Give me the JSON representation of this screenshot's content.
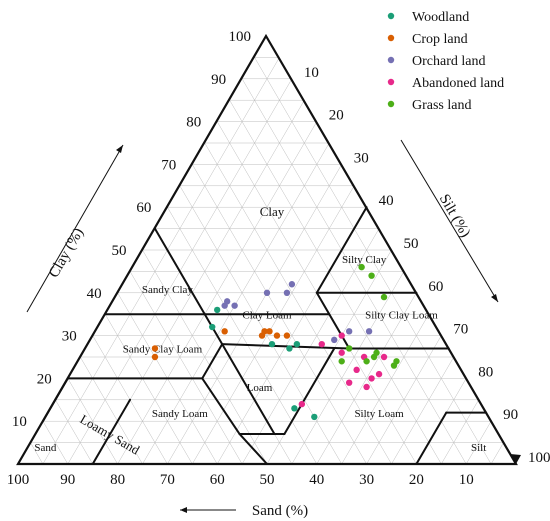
{
  "chart_data": {
    "type": "scatter",
    "subtype": "ternary-soil-texture",
    "axes": {
      "clay": {
        "label": "Clay (%)",
        "ticks": [
          "10",
          "20",
          "30",
          "40",
          "50",
          "60",
          "70",
          "80",
          "90",
          "100"
        ]
      },
      "silt": {
        "label": "Silt (%)",
        "ticks": [
          "10",
          "20",
          "30",
          "40",
          "50",
          "60",
          "70",
          "80",
          "90",
          "100"
        ]
      },
      "sand": {
        "label": "Sand (%)",
        "ticks": [
          "100",
          "90",
          "80",
          "70",
          "60",
          "50",
          "40",
          "30",
          "20",
          "10"
        ]
      },
      "range": [
        0,
        100
      ],
      "grid": true
    },
    "legend": {
      "placement": "top-right",
      "entries": [
        {
          "label": "Woodland",
          "color": "#1b9e77"
        },
        {
          "label": "Crop land",
          "color": "#d95f02"
        },
        {
          "label": "Orchard land",
          "color": "#7570b3"
        },
        {
          "label": "Abandoned land",
          "color": "#e7298a"
        },
        {
          "label": "Grass land",
          "color": "#4daf18"
        }
      ]
    },
    "regions": [
      {
        "name": "Clay",
        "label_at": {
          "sand": 20,
          "clay": 58
        }
      },
      {
        "name": "Silty Clay",
        "label_at": {
          "sand": 7,
          "clay": 47
        }
      },
      {
        "name": "Sandy Clay",
        "label_at": {
          "sand": 50,
          "clay": 40
        }
      },
      {
        "name": "Clay Loam",
        "label_at": {
          "sand": 33,
          "clay": 34
        }
      },
      {
        "name": "Silty Clay Loam",
        "label_at": {
          "sand": 6,
          "clay": 34
        }
      },
      {
        "name": "Sandy Clay Loam",
        "label_at": {
          "sand": 58,
          "clay": 26
        }
      },
      {
        "name": "Loam",
        "label_at": {
          "sand": 43,
          "clay": 17
        }
      },
      {
        "name": "Sandy Loam",
        "label_at": {
          "sand": 62,
          "clay": 11
        }
      },
      {
        "name": "Silty Loam",
        "label_at": {
          "sand": 22,
          "clay": 11
        }
      },
      {
        "name": "Loamy Sand",
        "label_at": {
          "sand": 79,
          "clay": 6
        }
      },
      {
        "name": "Sand",
        "label_at": {
          "sand": 93,
          "clay": 3
        }
      },
      {
        "name": "Silt",
        "label_at": {
          "sand": 6,
          "clay": 3
        }
      }
    ],
    "boundaries": [
      [
        [
          45,
          55
        ],
        [
          45,
          35
        ]
      ],
      [
        [
          65,
          35
        ],
        [
          45,
          35
        ]
      ],
      [
        [
          45,
          35
        ],
        [
          20,
          35
        ]
      ],
      [
        [
          20,
          40
        ],
        [
          0,
          40
        ]
      ],
      [
        [
          0,
          60
        ],
        [
          20,
          40
        ]
      ],
      [
        [
          20,
          40
        ],
        [
          20,
          27
        ]
      ],
      [
        [
          45,
          35
        ],
        [
          45,
          28
        ]
      ],
      [
        [
          45,
          28
        ],
        [
          20,
          27
        ]
      ],
      [
        [
          20,
          27
        ],
        [
          0,
          27
        ]
      ],
      [
        [
          80,
          20
        ],
        [
          53,
          20
        ]
      ],
      [
        [
          53,
          20
        ],
        [
          45,
          28
        ]
      ],
      [
        [
          45,
          28
        ],
        [
          45,
          7
        ]
      ],
      [
        [
          52,
          7
        ],
        [
          43,
          7
        ]
      ],
      [
        [
          43,
          7
        ],
        [
          23,
          27
        ]
      ],
      [
        [
          50,
          0
        ],
        [
          52,
          7
        ]
      ],
      [
        [
          52,
          7
        ],
        [
          53,
          20
        ]
      ],
      [
        [
          85,
          0
        ],
        [
          70,
          15
        ]
      ],
      [
        [
          90,
          10
        ],
        [
          85,
          15
        ]
      ],
      [
        [
          80,
          20
        ],
        [
          85,
          15
        ]
      ],
      [
        [
          20,
          0
        ],
        [
          8,
          12
        ]
      ],
      [
        [
          8,
          12
        ],
        [
          0,
          12
        ]
      ]
    ],
    "series": [
      {
        "name": "Woodland",
        "color": "#1b9e77",
        "points": [
          {
            "sand": 42,
            "clay": 36
          },
          {
            "sand": 45,
            "clay": 32
          },
          {
            "sand": 30,
            "clay": 28
          },
          {
            "sand": 35,
            "clay": 28
          },
          {
            "sand": 32,
            "clay": 27
          },
          {
            "sand": 38,
            "clay": 13
          },
          {
            "sand": 35,
            "clay": 11
          }
        ]
      },
      {
        "name": "Crop land",
        "color": "#d95f02",
        "points": [
          {
            "sand": 43,
            "clay": 31
          },
          {
            "sand": 36,
            "clay": 30
          },
          {
            "sand": 35,
            "clay": 31
          },
          {
            "sand": 34,
            "clay": 31
          },
          {
            "sand": 33,
            "clay": 30
          },
          {
            "sand": 31,
            "clay": 30
          },
          {
            "sand": 60,
            "clay": 25
          },
          {
            "sand": 59,
            "clay": 27
          }
        ]
      },
      {
        "name": "Orchard land",
        "color": "#7570b3",
        "points": [
          {
            "sand": 40,
            "clay": 37
          },
          {
            "sand": 38,
            "clay": 37
          },
          {
            "sand": 39,
            "clay": 38
          },
          {
            "sand": 30,
            "clay": 40
          },
          {
            "sand": 26,
            "clay": 40
          },
          {
            "sand": 24,
            "clay": 42
          },
          {
            "sand": 18,
            "clay": 31
          },
          {
            "sand": 14,
            "clay": 31
          },
          {
            "sand": 22,
            "clay": 29
          }
        ]
      },
      {
        "name": "Abandoned land",
        "color": "#e7298a",
        "points": [
          {
            "sand": 25,
            "clay": 28
          },
          {
            "sand": 20,
            "clay": 30
          },
          {
            "sand": 22,
            "clay": 26
          },
          {
            "sand": 18,
            "clay": 25
          },
          {
            "sand": 21,
            "clay": 22
          },
          {
            "sand": 17,
            "clay": 21
          },
          {
            "sand": 19,
            "clay": 20
          },
          {
            "sand": 14,
            "clay": 25
          },
          {
            "sand": 24,
            "clay": 19
          },
          {
            "sand": 21,
            "clay": 18
          },
          {
            "sand": 36,
            "clay": 14
          }
        ]
      },
      {
        "name": "Grass land",
        "color": "#4daf18",
        "points": [
          {
            "sand": 8,
            "clay": 46
          },
          {
            "sand": 7,
            "clay": 44
          },
          {
            "sand": 7,
            "clay": 39
          },
          {
            "sand": 20,
            "clay": 27
          },
          {
            "sand": 18,
            "clay": 24
          },
          {
            "sand": 16,
            "clay": 25
          },
          {
            "sand": 12,
            "clay": 24
          },
          {
            "sand": 13,
            "clay": 23
          },
          {
            "sand": 23,
            "clay": 24
          },
          {
            "sand": 15,
            "clay": 26
          }
        ]
      }
    ]
  }
}
